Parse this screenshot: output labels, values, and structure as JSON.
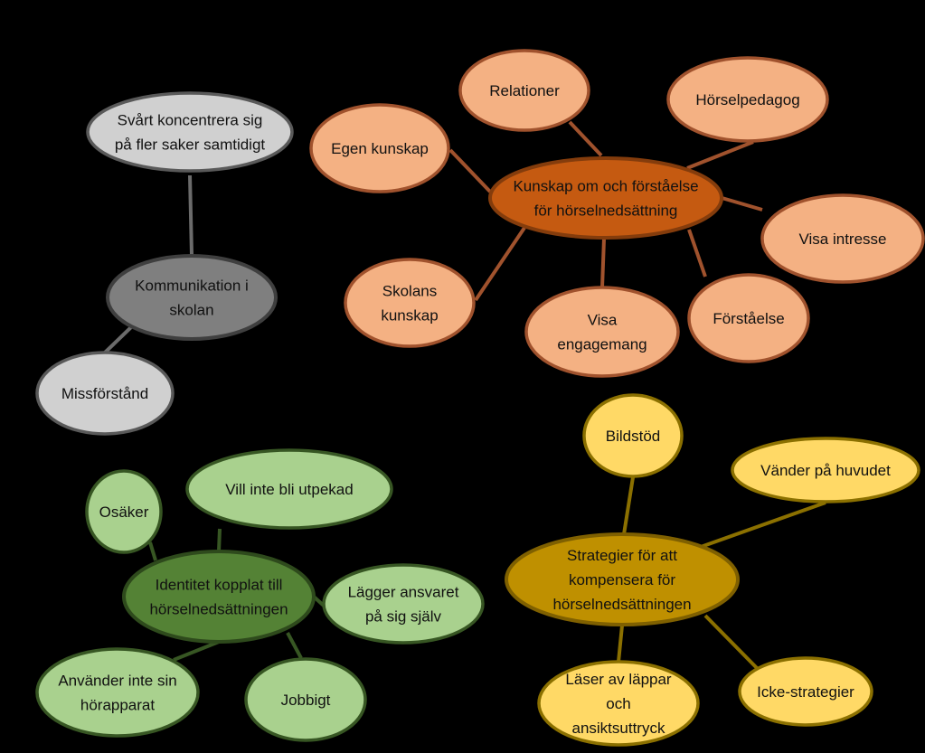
{
  "colors": {
    "background": "#000000",
    "grey_dark_fill": "#7f7f7f",
    "grey_dark_stroke": "#3f3f3f",
    "grey_light_fill": "#d0d0d0",
    "grey_light_stroke": "#595959",
    "grey_line": "#6b6b6b",
    "orange_dark_fill": "#c55a11",
    "orange_dark_stroke": "#843c0c",
    "orange_light_fill": "#f4b183",
    "orange_light_stroke": "#a0522d",
    "orange_line": "#a0522d",
    "gold_dark_fill": "#bf9000",
    "gold_dark_stroke": "#7f6000",
    "gold_light_fill": "#ffd966",
    "gold_light_stroke": "#8b7000",
    "gold_line": "#8b7000",
    "green_dark_fill": "#548235",
    "green_dark_stroke": "#2e4a1c",
    "green_light_fill": "#a9d18e",
    "green_light_stroke": "#375623",
    "green_line": "#375623"
  },
  "clusters": [
    {
      "id": "kommunikation",
      "center": {
        "lines": [
          "Kommunikation i",
          "skolan"
        ],
        "color": "grey"
      },
      "children": [
        {
          "lines": [
            "Svårt koncentrera sig",
            "på fler saker samtidigt"
          ]
        },
        {
          "lines": [
            "Missförstånd"
          ]
        }
      ]
    },
    {
      "id": "kunskap",
      "center": {
        "lines": [
          "Kunskap om och förståelse",
          "för hörselnedsättning"
        ],
        "color": "orange"
      },
      "children": [
        {
          "lines": [
            "Egen kunskap"
          ]
        },
        {
          "lines": [
            "Relationer"
          ]
        },
        {
          "lines": [
            "Hörselpedagog"
          ]
        },
        {
          "lines": [
            "Visa intresse"
          ]
        },
        {
          "lines": [
            "Förståelse"
          ]
        },
        {
          "lines": [
            "Visa",
            "engagemang"
          ]
        },
        {
          "lines": [
            "Skolans",
            "kunskap"
          ]
        }
      ]
    },
    {
      "id": "strategier",
      "center": {
        "lines": [
          "Strategier för att",
          "kompensera för",
          "hörselnedsättningen"
        ],
        "color": "gold"
      },
      "children": [
        {
          "lines": [
            "Bildstöd"
          ]
        },
        {
          "lines": [
            "Vänder på huvudet"
          ]
        },
        {
          "lines": [
            "Icke-strategier"
          ]
        },
        {
          "lines": [
            "Läser av läppar",
            "och",
            "ansiktsuttryck"
          ]
        }
      ]
    },
    {
      "id": "identitet",
      "center": {
        "lines": [
          "Identitet kopplat till",
          "hörselnedsättningen"
        ],
        "color": "green"
      },
      "children": [
        {
          "lines": [
            "Osäker"
          ]
        },
        {
          "lines": [
            "Vill inte bli utpekad"
          ]
        },
        {
          "lines": [
            "Lägger ansvaret",
            "på sig själv"
          ]
        },
        {
          "lines": [
            "Jobbigt"
          ]
        },
        {
          "lines": [
            "Använder inte sin",
            "hörapparat"
          ]
        }
      ]
    }
  ]
}
